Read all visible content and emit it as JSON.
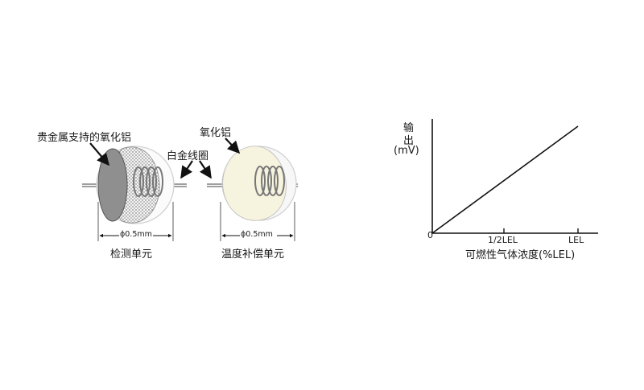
{
  "sensor_diagram": {
    "label_detect_support": "贵金属支持的氧化铝",
    "label_alumina": "氧化铝",
    "label_platinum_coil": "白金线圈",
    "dim_detect": "ϕ0.5mm",
    "dim_comp": "ϕ0.5mm",
    "caption_detect": "检测单元",
    "caption_comp": "温度补偿单元"
  },
  "chart_data": {
    "type": "line",
    "ylabel_line1": "输",
    "ylabel_line2": "出",
    "ylabel_unit": "(mV)",
    "xlabel": "可燃性气体浓度(%LEL)",
    "origin_label": "0",
    "x_ticks": [
      "1/2LEL",
      "LEL"
    ],
    "x": [
      0,
      0.5,
      1.0
    ],
    "y": [
      0,
      0.5,
      1.0
    ],
    "xlim": [
      0,
      1.1
    ],
    "ylim": [
      0,
      1.0
    ],
    "grid": false
  }
}
